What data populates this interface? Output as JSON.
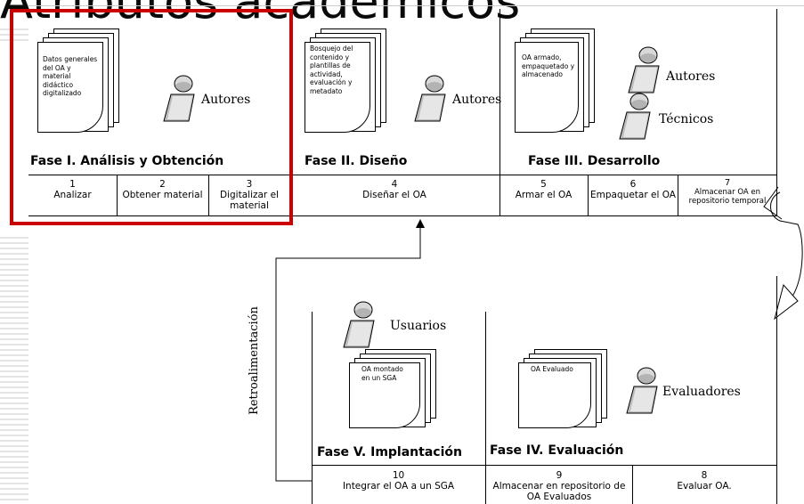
{
  "title": "Atributos académicos",
  "feedback_label": "Retroalimentación",
  "top_phases": [
    {
      "label": "Fase I.  Análisis y Obtención"
    },
    {
      "label": "Fase II. Diseño"
    },
    {
      "label": "Fase III. Desarrollo"
    }
  ],
  "bottom_phases": [
    {
      "label": "Fase V. Implantación"
    },
    {
      "label": "Fase IV. Evaluación"
    }
  ],
  "top_steps": [
    {
      "num": "1",
      "label": "Analizar"
    },
    {
      "num": "2",
      "label": "Obtener material"
    },
    {
      "num": "3",
      "label": "Digitalizar el material"
    },
    {
      "num": "4",
      "label": "Diseñar el OA"
    },
    {
      "num": "5",
      "label": "Armar el OA"
    },
    {
      "num": "6",
      "label": "Empaquetar el OA"
    },
    {
      "num": "7",
      "label": "Almacenar OA en repositorio temporal"
    }
  ],
  "bottom_steps": [
    {
      "num": "10",
      "label": "Integrar el OA a un SGA"
    },
    {
      "num": "9",
      "label": "Almacenar en repositorio de OA Evaluados"
    },
    {
      "num": "8",
      "label": "Evaluar OA."
    }
  ],
  "documents": [
    {
      "text": "Datos generales del OA y material didáctico digitalizado"
    },
    {
      "text": "Bosquejo del contenido y plantillas de actividad, evaluación y metadato"
    },
    {
      "text": "OA armado, empaquetado y almacenado"
    },
    {
      "text": "OA montado en un SGA"
    },
    {
      "text": "OA Evaluado"
    }
  ],
  "roles": {
    "phase1": "Autores",
    "phase2": "Autores",
    "phase3_a": "Autores",
    "phase3_b": "Técnicos",
    "phase5": "Usuarios",
    "phase4": "Evaluadores"
  },
  "colors": {
    "highlight": "#cc0000"
  }
}
